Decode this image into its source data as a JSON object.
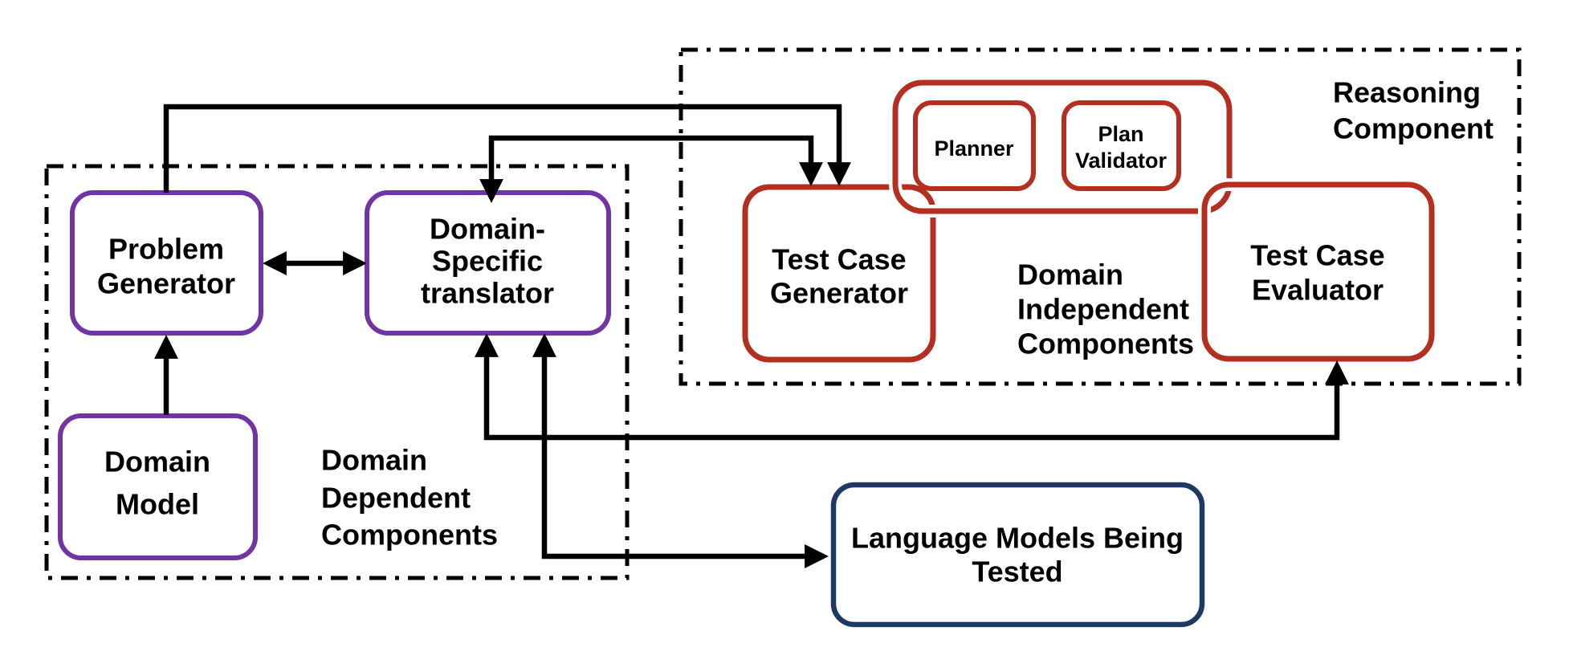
{
  "colors": {
    "purple": "#7233A4",
    "red": "#B52F20",
    "navy": "#1F3864",
    "line_black": "#000000",
    "background": "#FFFFFF"
  },
  "groups": {
    "domain_dependent": {
      "label_lines": [
        "Domain",
        "Dependent",
        "Components"
      ]
    },
    "domain_independent": {
      "label_lines": [
        "Domain",
        "Independent",
        "Components"
      ]
    },
    "reasoning": {
      "label_lines": [
        "Reasoning",
        "Component"
      ]
    }
  },
  "boxes": {
    "problem_generator": {
      "lines": [
        "Problem",
        "Generator"
      ]
    },
    "domain_specific_translator": {
      "lines": [
        "Domain-",
        "Specific",
        "translator"
      ]
    },
    "domain_model": {
      "lines": [
        "Domain",
        "Model"
      ]
    },
    "test_case_generator": {
      "lines": [
        "Test Case",
        "Generator"
      ]
    },
    "test_case_evaluator": {
      "lines": [
        "Test Case",
        "Evaluator"
      ]
    },
    "planner": {
      "lines": [
        "Planner"
      ]
    },
    "plan_validator": {
      "lines": [
        "Plan",
        "Validator"
      ]
    },
    "language_models": {
      "lines": [
        "Language Models Being",
        "Tested"
      ]
    }
  }
}
